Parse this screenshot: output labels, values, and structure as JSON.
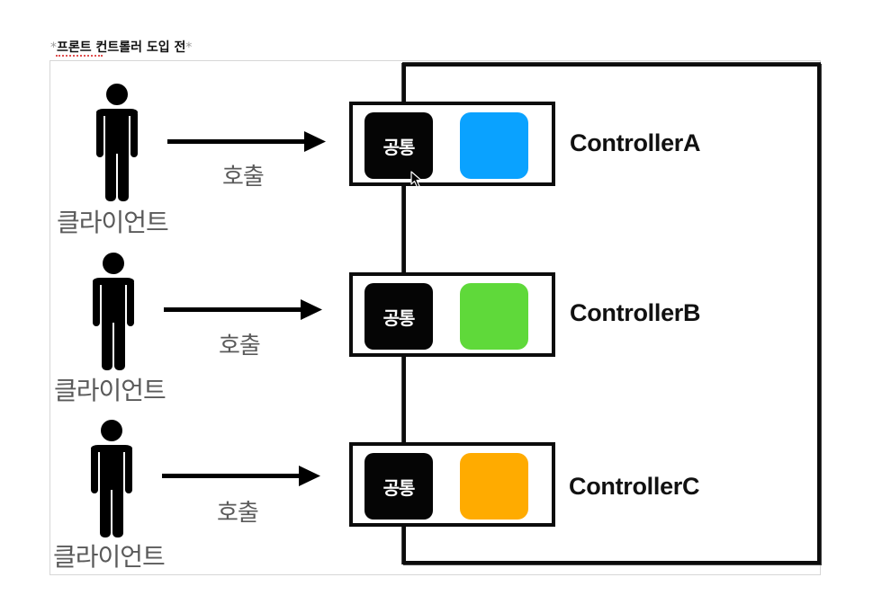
{
  "heading": {
    "star_left": "*",
    "text": "프론트 컨트롤러 도입 전",
    "star_right": "*"
  },
  "rows": [
    {
      "client_label": "클라이언트",
      "call_label": "호출",
      "common_label": "공통",
      "controller_label": "ControllerA",
      "swatch_color": "#0aa2ff"
    },
    {
      "client_label": "클라이언트",
      "call_label": "호출",
      "common_label": "공통",
      "controller_label": "ControllerB",
      "swatch_color": "#5fd93a"
    },
    {
      "client_label": "클라이언트",
      "call_label": "호출",
      "common_label": "공통",
      "controller_label": "ControllerC",
      "swatch_color": "#ffab00"
    }
  ],
  "colors": {
    "outline": "#0c0c0c",
    "label_gray": "#5a5a5a"
  },
  "icons": {
    "client": "person-icon",
    "call": "arrow-right-icon",
    "pointer": "mouse-cursor-icon"
  }
}
